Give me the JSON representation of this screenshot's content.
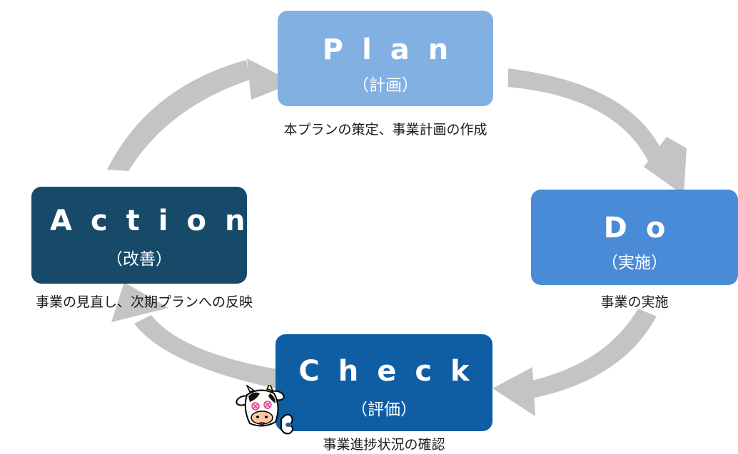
{
  "plan": {
    "title": "Plan",
    "sub": "（計画）",
    "caption": "本プランの策定、事業計画の作成"
  },
  "do": {
    "title": "Do",
    "sub": "（実施）",
    "caption": "事業の実施"
  },
  "check": {
    "title": "Check",
    "sub": "（評価）",
    "caption": "事業進捗状況の確認"
  },
  "action": {
    "title": "Action",
    "sub": "（改善）",
    "caption": "事業の見直し、次期プランへの反映"
  },
  "colors": {
    "plan": "#82b0e3",
    "do": "#4a8bd8",
    "check": "#0f5ea4",
    "action": "#174a68",
    "arrow": "#c4c4c4"
  },
  "icons": {
    "mascot": "cow-mascot-icon"
  }
}
